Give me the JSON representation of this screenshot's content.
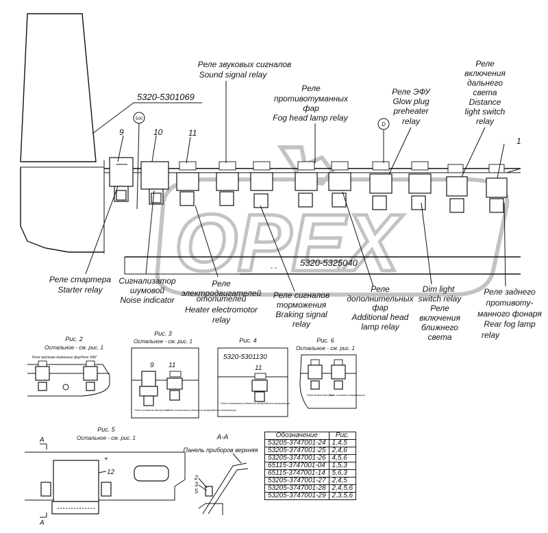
{
  "main_view": {
    "part_top": "5320-5301069",
    "part_bottom": "5320-5325040",
    "circle_500": "500",
    "circle_d": "D",
    "dash_mark": "- -",
    "callouts": {
      "n9": "9",
      "n10": "10",
      "n11": "11",
      "n1": "1"
    }
  },
  "labels": {
    "sound": [
      "Реле звуковых сигналов",
      "Sound signal relay"
    ],
    "fog": [
      "Реле",
      "противотуманных",
      "фар",
      "Fog head lamp relay"
    ],
    "efu": [
      "Реле ЭФУ",
      "Glow plug",
      "preheater",
      "relay"
    ],
    "distance": [
      "Реле",
      "включения",
      "дальнего",
      "света",
      "Distance",
      "light switch",
      "relay"
    ],
    "starter": [
      "Реле стартера",
      "Starter relay"
    ],
    "noise": [
      "Сигнализатор",
      "шумовой",
      "Noise indicator"
    ],
    "heater": [
      "Реле",
      "электродвигателей",
      "отопителей",
      "Heater electromotor",
      "relay"
    ],
    "braking": [
      "Реле сигналов",
      "торможения",
      "Braking signal",
      "relay"
    ],
    "additional": [
      "Реле",
      "дополнительных",
      "фар",
      "Additional head",
      "lamp relay"
    ],
    "dim": [
      "Dim light",
      "switch relay",
      "Реле",
      "включения",
      "ближнего",
      "света"
    ],
    "rearfog": [
      "Реле заднего",
      "противоту-",
      "манного фонаря",
      "Rear fog lamp",
      "relay"
    ]
  },
  "figures": {
    "fig2": {
      "title": "Рис. 2",
      "sub": "Остальное - см. рис. 1",
      "note_left": "Реле противо-туманных фар",
      "note_right": "Реле ЭФУ"
    },
    "fig3": {
      "title": "Рис. 3",
      "sub": "Остальное - см. рис. 1",
      "n9": "9",
      "n11": "11",
      "note_left": "Реле останова двигателя",
      "note_right": "Реле отключения обмоток возбуждения генератора"
    },
    "fig4": {
      "title": "Рис. 4",
      "part": "5320-5301130",
      "n11": "11",
      "note": "Реле отключения обмоток возбуждения генератора"
    },
    "fig6": {
      "title": "Рис. 6",
      "sub": "Остальное - см. рис. 1",
      "note_left": "Реле включения фар",
      "note_right": "Реле сигналов торможения"
    },
    "fig5": {
      "title": "Рис. 5",
      "sub": "Остальное - см. рис. 1",
      "n12": "12",
      "section": "A",
      "plus": "+"
    }
  },
  "section_aa": {
    "title": "А-А",
    "panel": "Панель приборов верхняя",
    "nums": [
      "2",
      "3",
      "5"
    ]
  },
  "table": {
    "headers": [
      "Обозначение",
      "Рис."
    ],
    "rows": [
      [
        "53205-3747001-24",
        "1,4,5"
      ],
      [
        "53205-3747001-25",
        "2,4,6"
      ],
      [
        "53205-3747001-26",
        "4,5,6"
      ],
      [
        "65115-3747001-04",
        "1,5,3"
      ],
      [
        "65115-3747001-14",
        "5,6,3"
      ],
      [
        "53205-3747001-27",
        "2,4,5"
      ],
      [
        "53205-3747001-28",
        "2,4,5,6"
      ],
      [
        "53205-3747001-29",
        "2,3,5,6"
      ]
    ]
  }
}
